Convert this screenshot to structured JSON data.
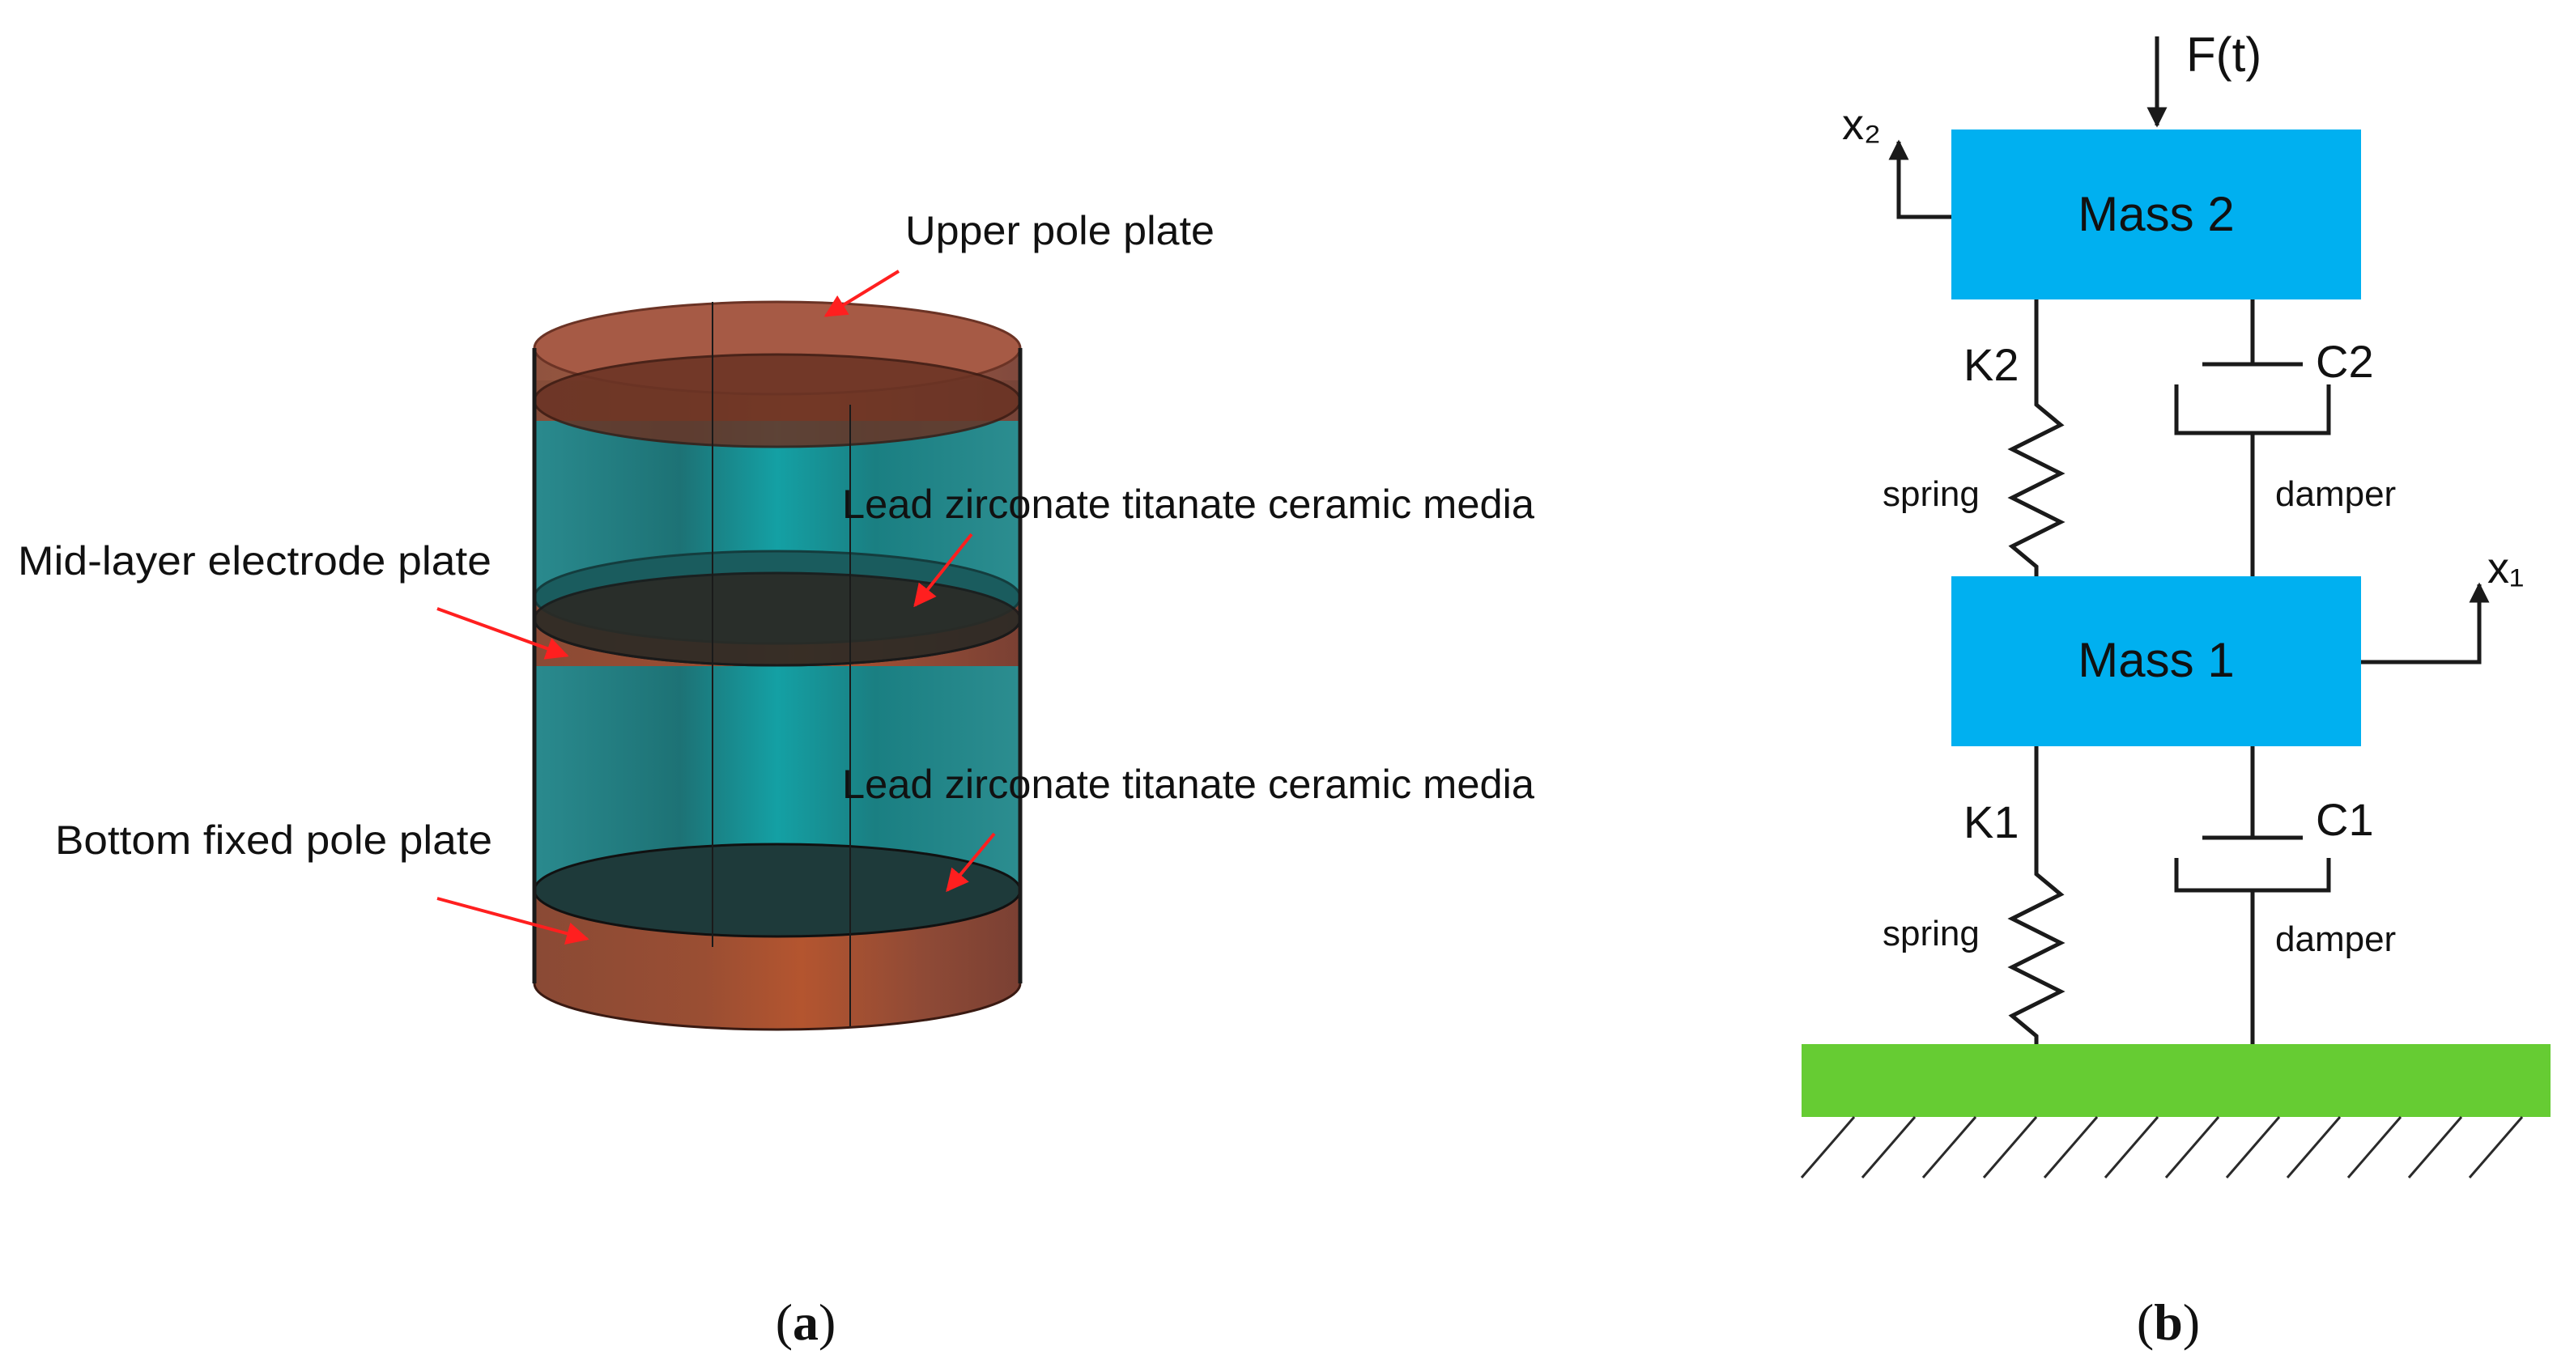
{
  "panel_a": {
    "caption_open": "(",
    "caption_letter": "a",
    "caption_close": ")",
    "labels": {
      "upper_pole_plate": "Upper pole plate",
      "mid_layer_electrode_plate": "Mid-layer electrode plate",
      "pzt_media_upper": "Lead zirconate titanate ceramic media",
      "bottom_fixed_pole_plate": "Bottom fixed pole plate",
      "pzt_media_lower": "Lead zirconate titanate ceramic media"
    },
    "colors": {
      "copper": "#a0523a",
      "copper_dark": "#5a2a1c",
      "ceramic": "#1e8a8c",
      "ceramic_dark": "#14494b",
      "arrow": "#ff1f1f"
    }
  },
  "panel_b": {
    "caption_open": "(",
    "caption_letter": "b",
    "caption_close": ")",
    "force": "F(t)",
    "mass2": "Mass 2",
    "mass1": "Mass 1",
    "x2": "x₂",
    "x1": "x₁",
    "k2": "K2",
    "c2": "C2",
    "k1": "K1",
    "c1": "C1",
    "spring_upper": "spring",
    "damper_upper": "damper",
    "spring_lower": "spring",
    "damper_lower": "damper",
    "colors": {
      "mass": "#00b0f0",
      "ground": "#66cc33"
    }
  }
}
